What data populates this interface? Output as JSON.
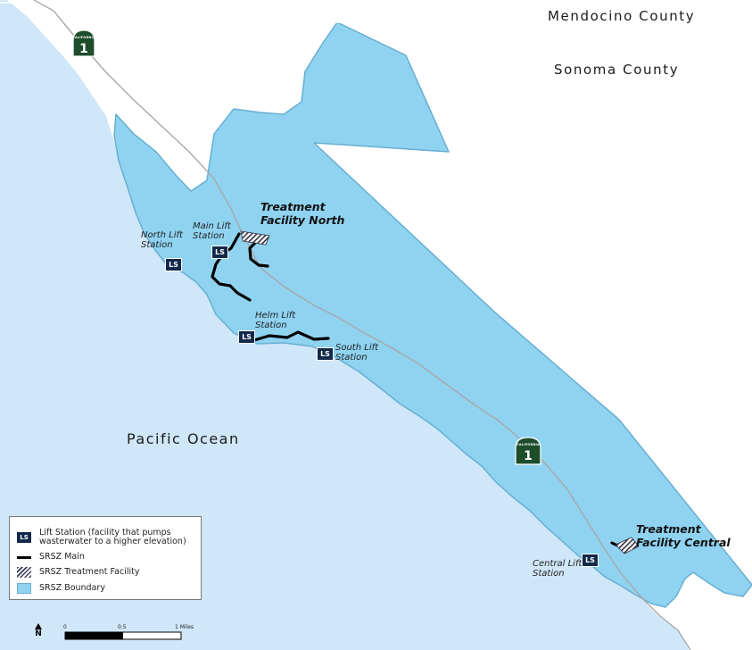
{
  "regions": {
    "county_north": "Mendocino County",
    "county_south": "Sonoma County",
    "ocean": "Pacific Ocean"
  },
  "highway_shields": [
    {
      "state": "CALIFORNIA",
      "route": "1"
    },
    {
      "state": "CALIFORNIA",
      "route": "1"
    }
  ],
  "facilities": [
    {
      "line1": "Treatment",
      "line2": "Facility North"
    },
    {
      "line1": "Treatment",
      "line2": "Facility Central"
    }
  ],
  "stations": [
    {
      "line1": "North Lift",
      "line2": "Station"
    },
    {
      "line1": "Main Lift",
      "line2": "Station"
    },
    {
      "line1": "Helm Lift",
      "line2": "Station"
    },
    {
      "line1": "South Lift",
      "line2": "Station"
    },
    {
      "line1": "Central Lift",
      "line2": "Station"
    }
  ],
  "ls_badge": "LS",
  "legend": {
    "items": [
      {
        "symbol": "LS",
        "line1": "Lift Station (facility that pumps",
        "line2": "wasterwater to a higher elevation)"
      },
      {
        "line1": "SRSZ Main"
      },
      {
        "line1": "SRSZ Treatment Facility"
      },
      {
        "line1": "SRSZ Boundary"
      }
    ]
  },
  "north_arrow": "N",
  "scale_bar": {
    "ticks": [
      "0",
      "0.5",
      "1 Miles"
    ]
  },
  "colors": {
    "ocean": "#cfe7f8",
    "district": "#8fd3f1",
    "district_edge": "#67aed2",
    "road": "#a8a8a8",
    "main_line": "#000000",
    "badge": "#13294b",
    "shield": "#1d4d2a"
  }
}
